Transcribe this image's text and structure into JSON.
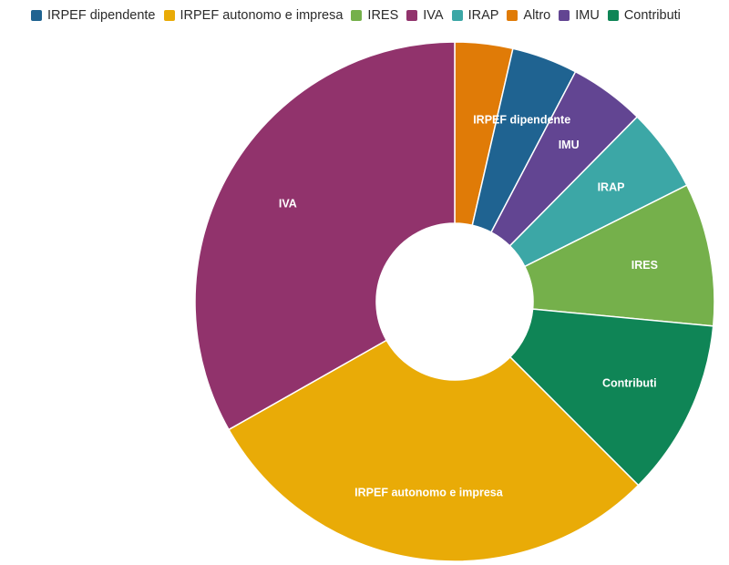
{
  "chart_data": {
    "type": "pie",
    "donut": true,
    "start_angle_deg": 0,
    "legend_placement": "top-left",
    "title": "",
    "legend": [
      {
        "name": "IRPEF dipendente",
        "color": "#1f6391"
      },
      {
        "name": "IRPEF autonomo e impresa",
        "color": "#e9ab07"
      },
      {
        "name": "IRES",
        "color": "#75b04b"
      },
      {
        "name": "IVA",
        "color": "#91336c"
      },
      {
        "name": "IRAP",
        "color": "#3ca7a6"
      },
      {
        "name": "Altro",
        "color": "#e07b07"
      },
      {
        "name": "IMU",
        "color": "#624592"
      },
      {
        "name": "Contributi",
        "color": "#0f8556"
      }
    ],
    "slices": [
      {
        "name": "Altro",
        "label": "",
        "value": 3.6,
        "color": "#e07b07"
      },
      {
        "name": "IRPEF dipendente",
        "label": "IRPEF dipendente",
        "value": 4.1,
        "color": "#1f6391"
      },
      {
        "name": "IMU",
        "label": "IMU",
        "value": 4.7,
        "color": "#624592"
      },
      {
        "name": "IRAP",
        "label": "IRAP",
        "value": 5.2,
        "color": "#3ca7a6"
      },
      {
        "name": "IRES",
        "label": "IRES",
        "value": 8.9,
        "color": "#75b04b"
      },
      {
        "name": "Contributi",
        "label": "Contributi",
        "value": 11.0,
        "color": "#0f8556"
      },
      {
        "name": "IRPEF autonomo e impresa",
        "label": "IRPEF autonomo e impresa",
        "value": 29.3,
        "color": "#e9ab07"
      },
      {
        "name": "IVA",
        "label": "IVA",
        "value": 33.2,
        "color": "#91336c"
      }
    ]
  }
}
